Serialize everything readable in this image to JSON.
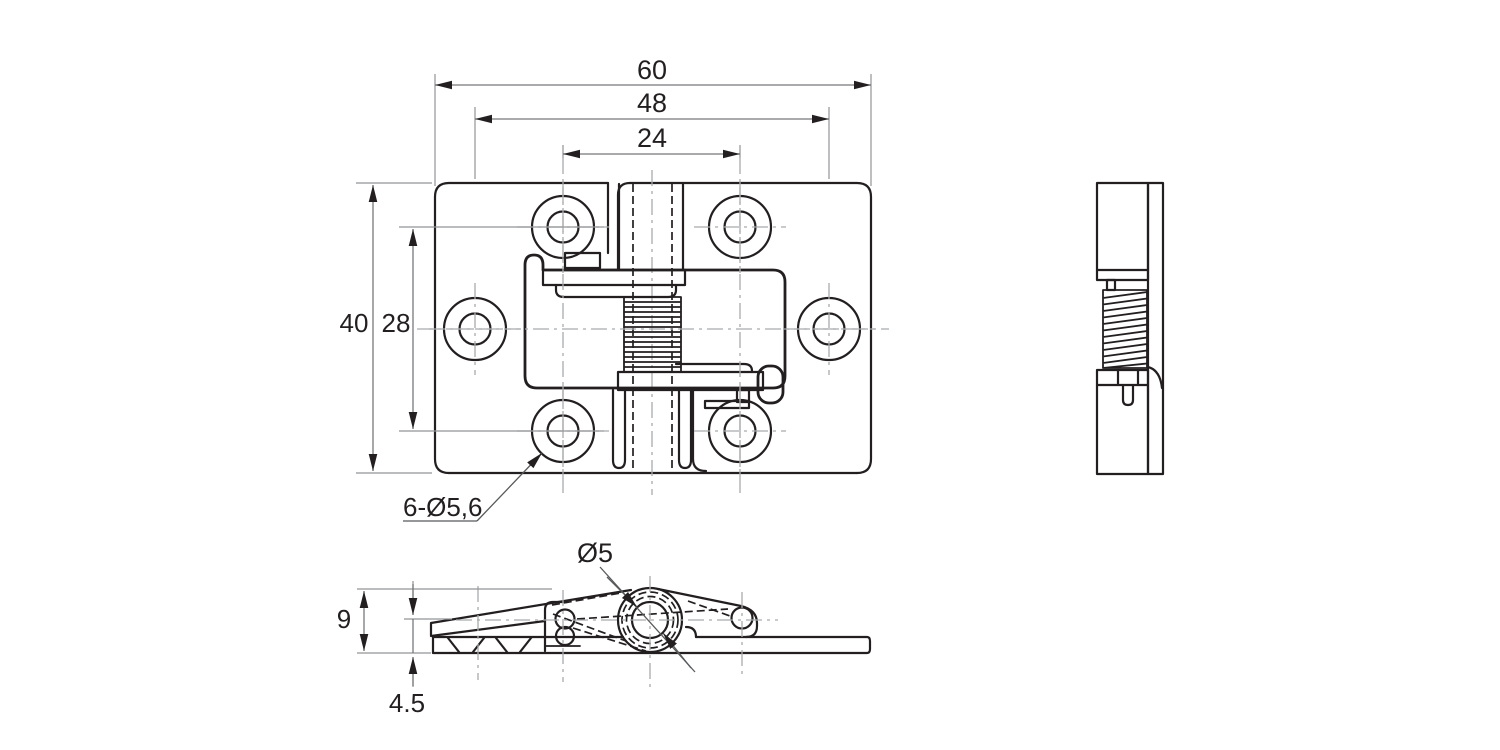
{
  "drawing": {
    "dimensions": {
      "overall_width": "60",
      "hole_span_width": "48",
      "hole_span_inner": "24",
      "overall_height": "40",
      "hole_span_height": "28",
      "holes_callout": "6-Ø5,6",
      "pin_diameter": "Ø5",
      "profile_height": "9",
      "pin_axis_offset": "4.5"
    },
    "colors": {
      "line": "#231f20",
      "dimension": "#77787b",
      "centerline": "#a9abad",
      "background": "#ffffff"
    }
  }
}
